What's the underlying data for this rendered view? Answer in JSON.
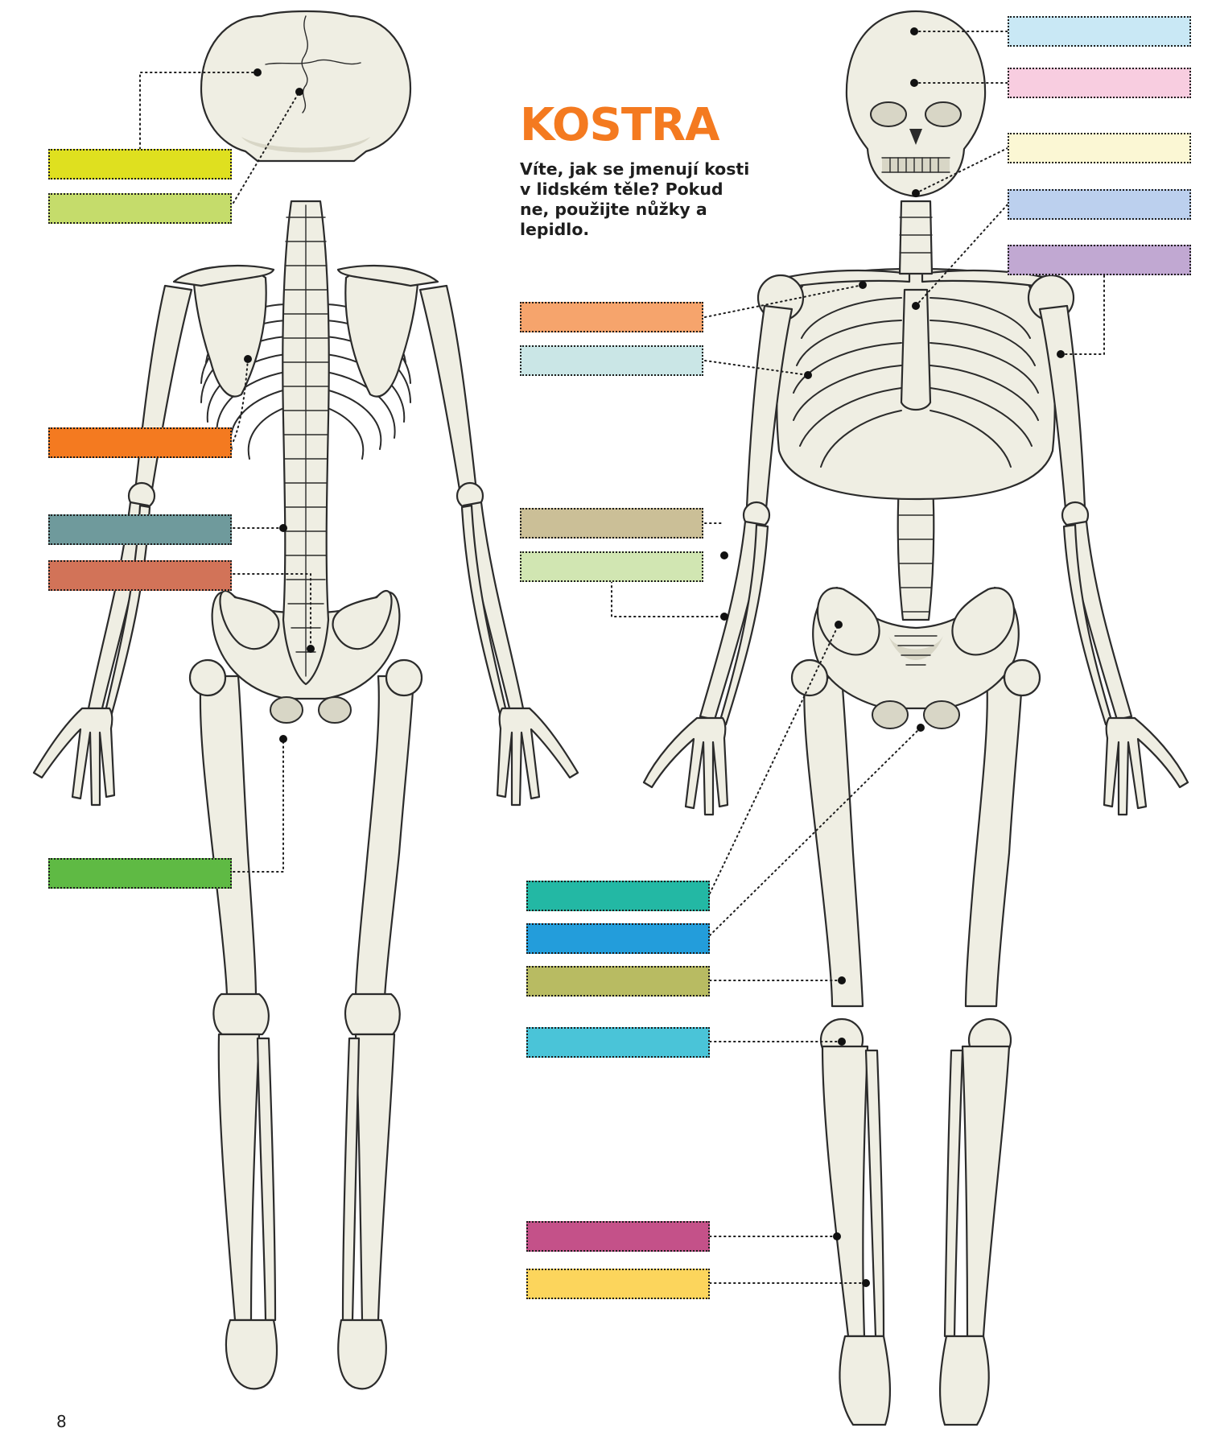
{
  "title": "KOSTRA",
  "subtitle": "Víte, jak se jmenují kosti v lidském těle? Pokud ne, použijte nůžky a lepidlo.",
  "page_number": "8",
  "label_boxes": [
    {
      "side": "back",
      "color": "#dfe01f"
    },
    {
      "side": "back",
      "color": "#c5dc6b"
    },
    {
      "side": "back",
      "color": "#f47a20"
    },
    {
      "side": "back",
      "color": "#6f9a9c"
    },
    {
      "side": "back",
      "color": "#d27358"
    },
    {
      "side": "back",
      "color": "#5fba44"
    },
    {
      "side": "front",
      "color": "#c9e8f5"
    },
    {
      "side": "front",
      "color": "#f8cde0"
    },
    {
      "side": "front",
      "color": "#fbf7d4"
    },
    {
      "side": "front",
      "color": "#bcd0ee"
    },
    {
      "side": "front",
      "color": "#c1a8d2"
    },
    {
      "side": "front",
      "color": "#f6a46c"
    },
    {
      "side": "front",
      "color": "#cae6e6"
    },
    {
      "side": "front",
      "color": "#cbbf97"
    },
    {
      "side": "front",
      "color": "#d1e6b2"
    },
    {
      "side": "front",
      "color": "#23b8a4"
    },
    {
      "side": "front",
      "color": "#239ddb"
    },
    {
      "side": "front",
      "color": "#b8bb62"
    },
    {
      "side": "front",
      "color": "#4ac4d8"
    },
    {
      "side": "front",
      "color": "#c45189"
    },
    {
      "side": "front",
      "color": "#fcd55c"
    }
  ]
}
